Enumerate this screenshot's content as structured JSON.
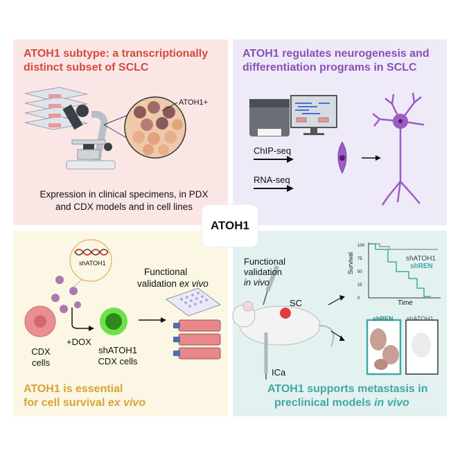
{
  "center_label": "ATOH1",
  "panels": {
    "top_left": {
      "title_line1": "ATOH1 subtype: a transcriptionally",
      "title_line2": "distinct subset of SCLC",
      "marker_label": "ATOH1+",
      "caption_line1": "Expression in clinical specimens, in PDX",
      "caption_line2": "and CDX models and in cell lines"
    },
    "top_right": {
      "title_line1": "ATOH1 regulates neurogenesis and",
      "title_line2": "differentiation programs in SCLC",
      "chipseq": "ChIP-seq",
      "rnaseq": "RNA-seq"
    },
    "bottom_left": {
      "plasmid_label": "shATOH1",
      "functional_line1": "Functional",
      "functional_line2a": "validation ",
      "functional_line2b": "ex vivo",
      "cdx_line1": "CDX",
      "cdx_line2": "cells",
      "dox": "+DOX",
      "sh_cdx_line1": "shATOH1",
      "sh_cdx_line2": "CDX cells",
      "title_line1": "ATOH1 is essential",
      "title_line2a": "for cell survival ",
      "title_line2b": "ex vivo"
    },
    "bottom_right": {
      "functional_line1": "Functional",
      "functional_line2": "validation",
      "functional_line3": "in vivo",
      "sc": "SC",
      "ica": "ICa",
      "survival_axis": "Survival",
      "time_axis": "Time",
      "legend_shatoh1": "shATOH1",
      "legend_shren": "shREN",
      "yticks": [
        "100",
        "75",
        "50",
        "25",
        "0"
      ],
      "img_label_shren": "shREN",
      "img_label_shatoh1": "shATOH1",
      "title_line1": "ATOH1 supports metastasis in",
      "title_line2a": "preclinical models ",
      "title_line2b": "in vivo"
    }
  },
  "colors": {
    "red": "#d24a3c",
    "purple": "#8b4fb4",
    "gold": "#d5a534",
    "teal": "#41a7a3"
  }
}
